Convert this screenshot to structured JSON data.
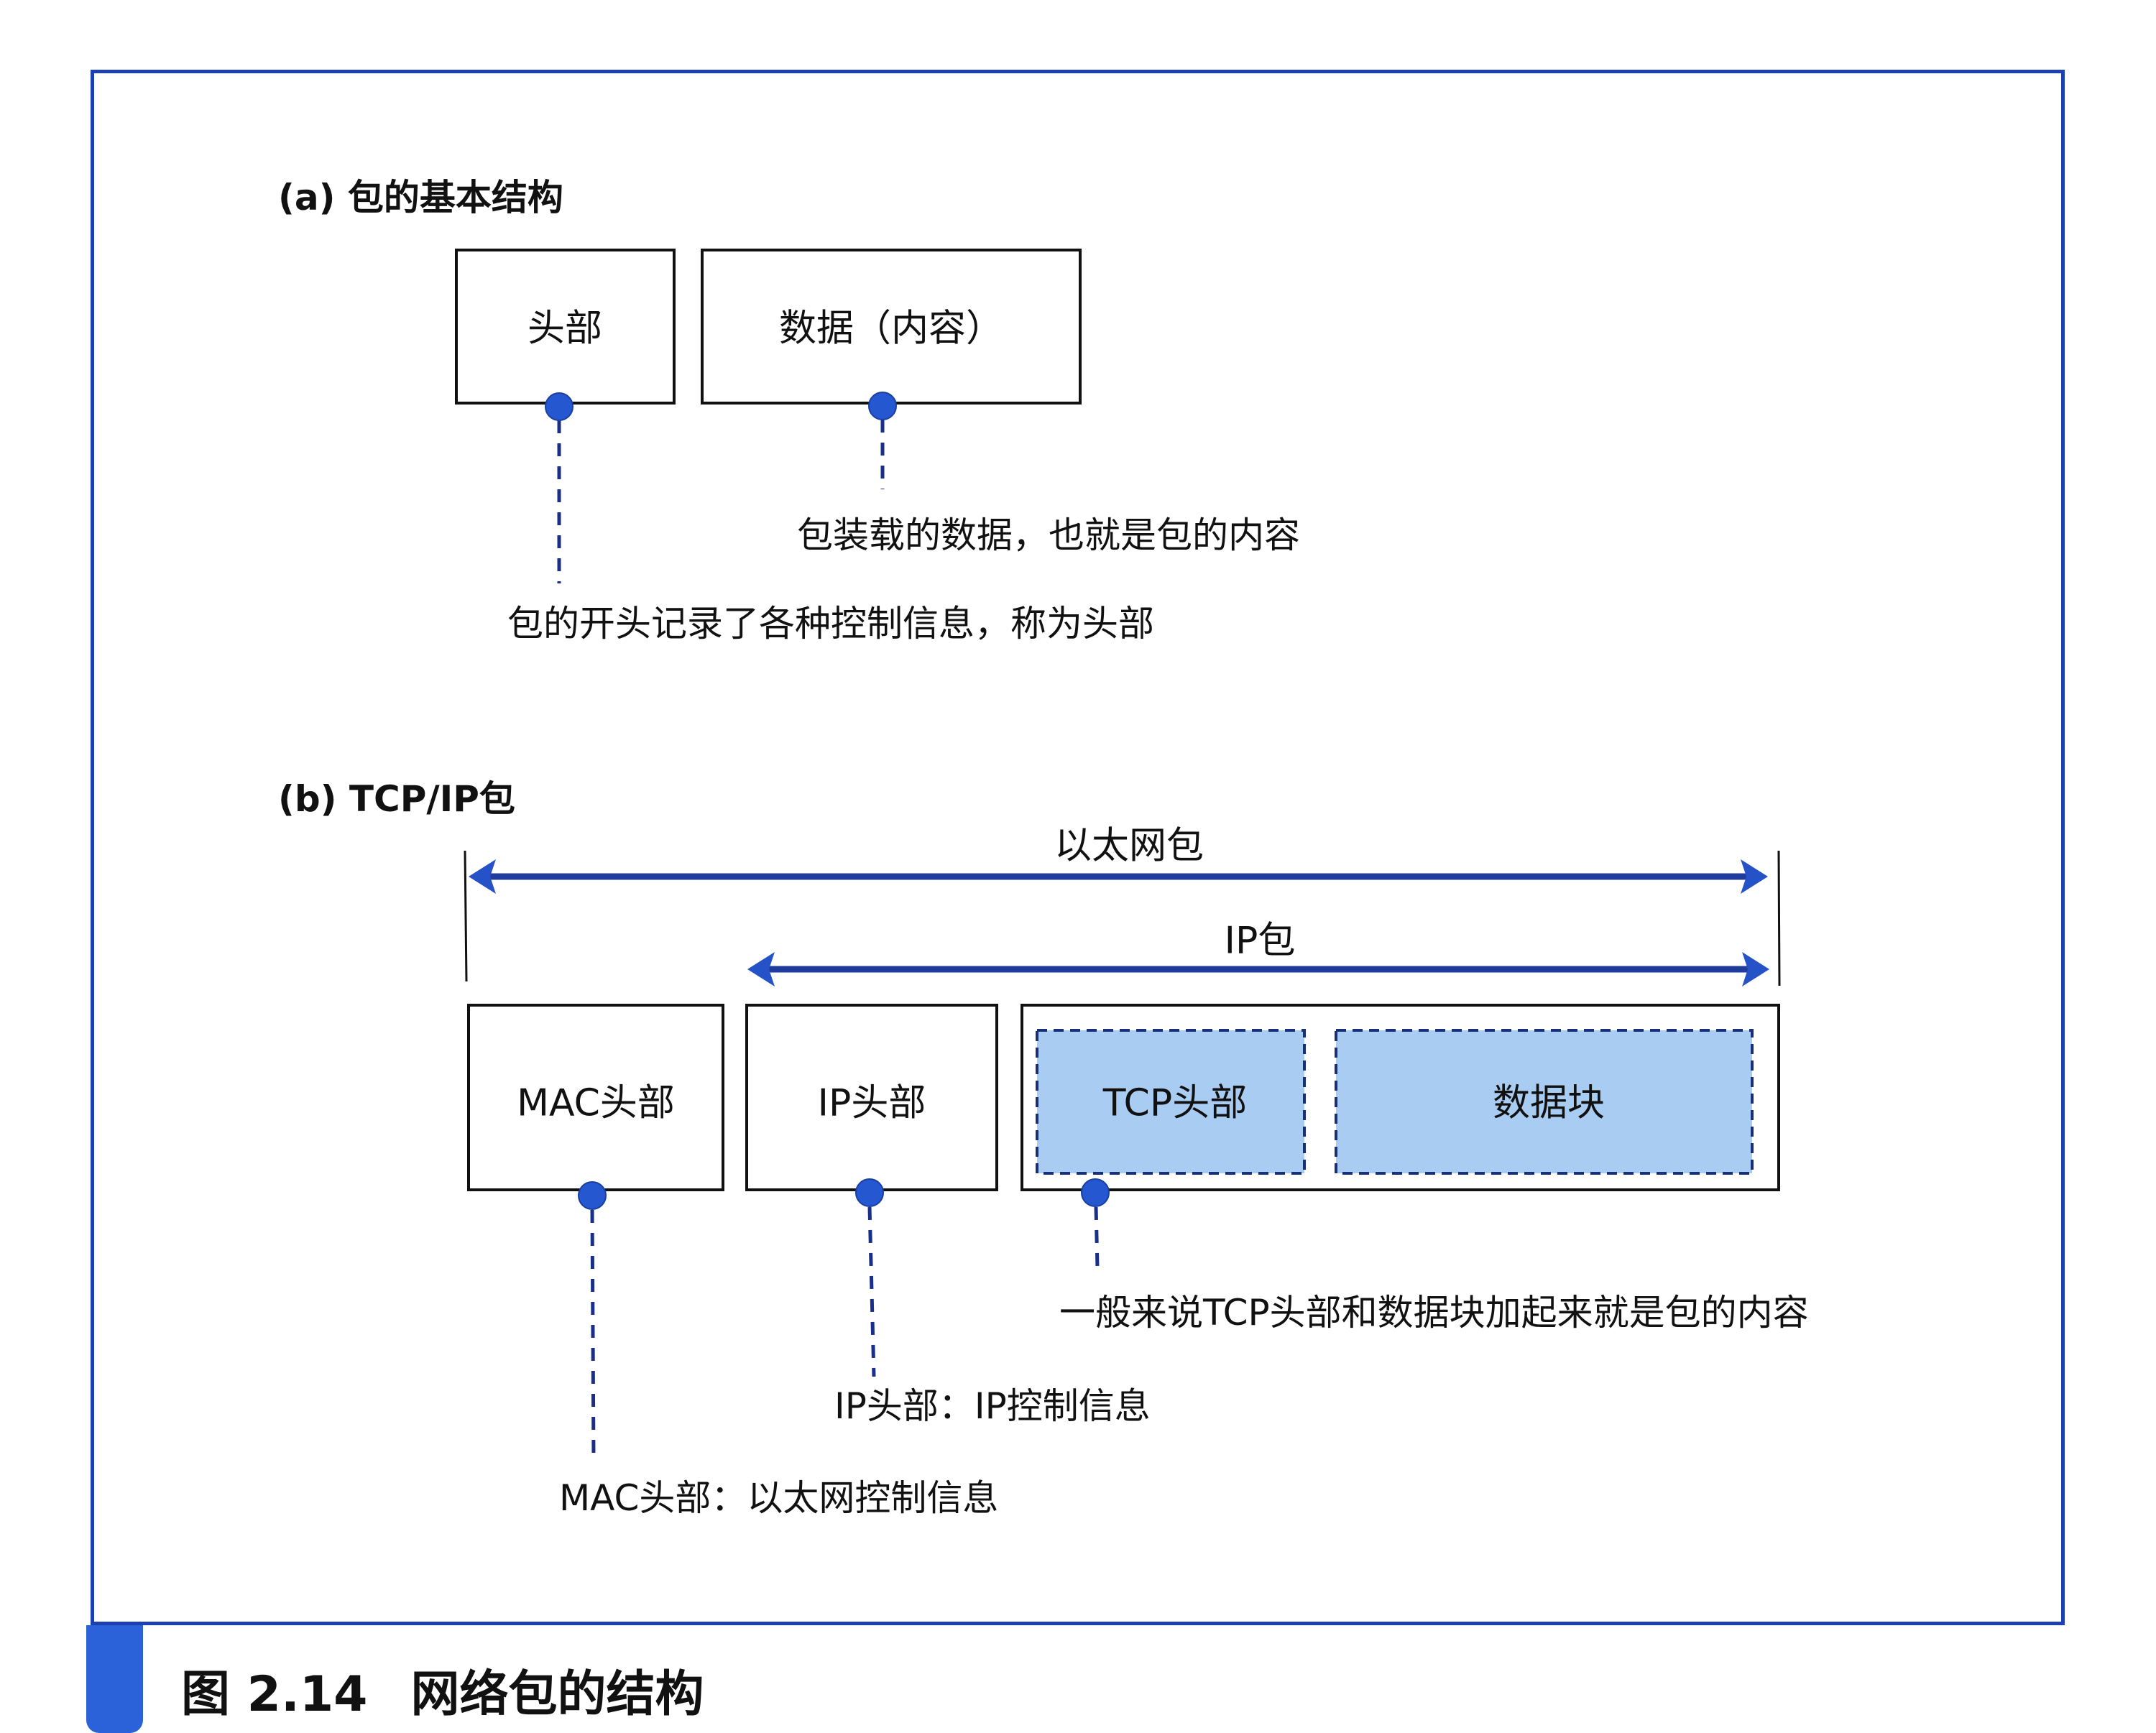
{
  "figure": {
    "caption_number": "图 2.14",
    "caption_title": "网络包的结构"
  },
  "section_a": {
    "title": "(a) 包的基本结构",
    "boxes": [
      {
        "label": "头部"
      },
      {
        "label": "数据（内容）"
      }
    ],
    "annotations": [
      {
        "text": "包的开头记录了各种控制信息，称为头部",
        "target": "头部"
      },
      {
        "text": "包装载的数据，也就是包的内容",
        "target": "数据（内容）"
      }
    ]
  },
  "section_b": {
    "title": "(b) TCP/IP包",
    "spans": [
      {
        "label": "以太网包",
        "covers": [
          "MAC头部",
          "IP头部",
          "TCP头部",
          "数据块"
        ]
      },
      {
        "label": "IP包",
        "covers": [
          "IP头部",
          "TCP头部",
          "数据块"
        ]
      }
    ],
    "boxes": [
      {
        "label": "MAC头部",
        "style": "solid"
      },
      {
        "label": "IP头部",
        "style": "solid"
      },
      {
        "label": "TCP头部",
        "style": "dashed-filled"
      },
      {
        "label": "数据块",
        "style": "dashed-filled"
      }
    ],
    "annotations": [
      {
        "text": "一般来说TCP头部和数据块加起来就是包的内容",
        "target": "TCP头部+数据块"
      },
      {
        "text": "IP头部：IP控制信息",
        "target": "IP头部"
      },
      {
        "text": "MAC头部：以太网控制信息",
        "target": "MAC头部"
      }
    ]
  },
  "colors": {
    "frame": "#1c40b4",
    "caption_tab": "#2b62d9",
    "arrow": "#1f3c9c",
    "dot": "#2457d0",
    "leader": "#1a2f8a",
    "payload_fill": "#a9ccf2",
    "payload_border": "#1a2f7a",
    "box_border": "#111111"
  }
}
